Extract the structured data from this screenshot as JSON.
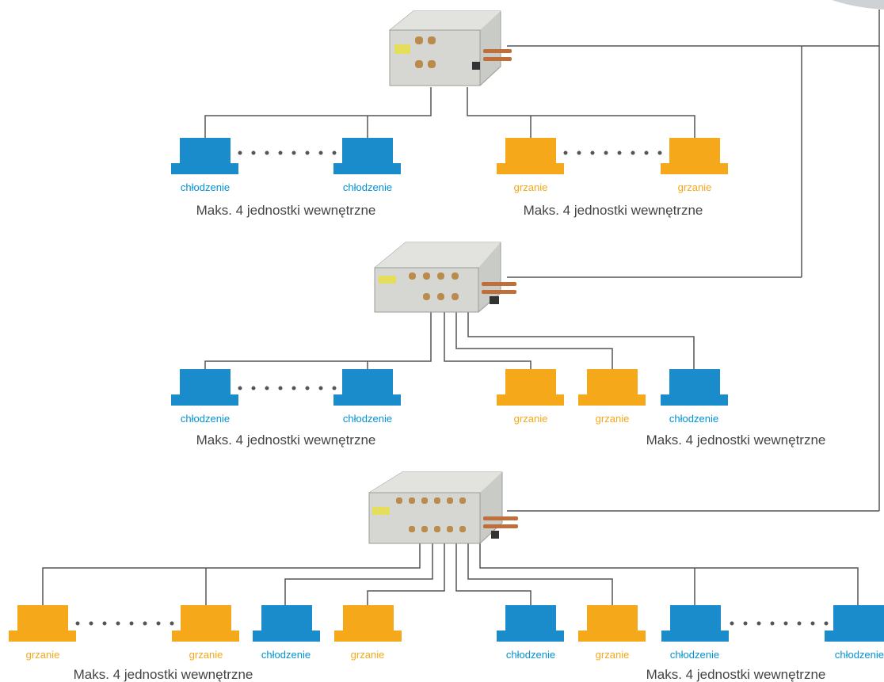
{
  "colors": {
    "cooling": "#0092d5",
    "heating": "#f5a81a",
    "line": "#555555"
  },
  "labels": {
    "cooling": "chłodzenie",
    "heating": "grzanie",
    "capacity": "Maks. 4 jednostki wewnętrzne"
  },
  "devices": [
    {
      "name": "mode-selector-box-1"
    },
    {
      "name": "mode-selector-box-2"
    },
    {
      "name": "mode-selector-box-3"
    }
  ]
}
